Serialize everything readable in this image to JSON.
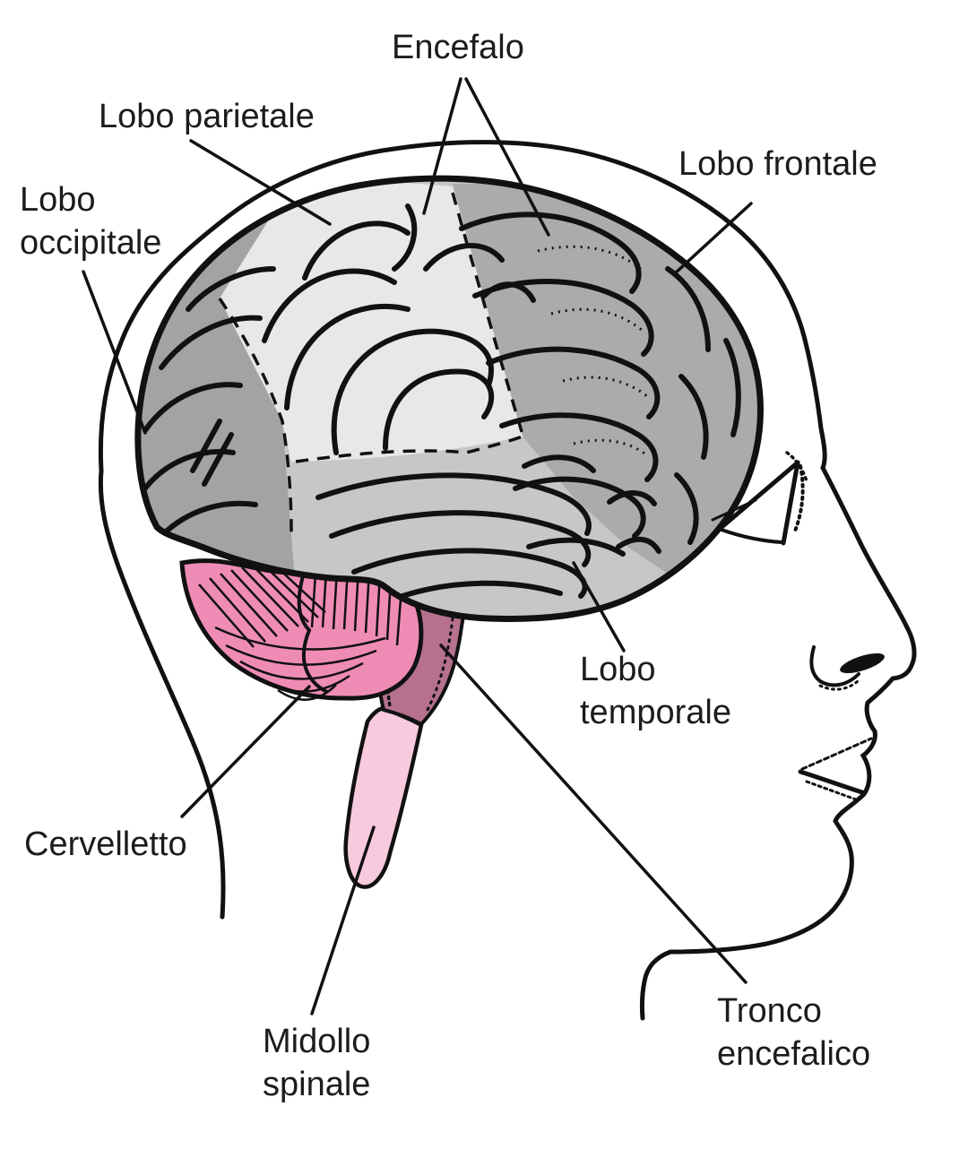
{
  "diagram": {
    "language": "it",
    "subject_labels_visible_only": true
  },
  "labels": {
    "encefalo": "Encefalo",
    "lobo_parietale": "Lobo parietale",
    "lobo_occipitale": "Lobo\noccipitale",
    "lobo_frontale": "Lobo frontale",
    "lobo_temporale": "Lobo\ntemporale",
    "cervelletto": "Cervelletto",
    "midollo_spinale": "Midollo\nspinale",
    "tronco_encefalico": "Tronco\nencefalico"
  },
  "colors": {
    "outline": "#111111",
    "lobo_parietale_fill": "#e8e8e8",
    "lobo_frontale_fill": "#ababab",
    "lobo_occipitale_fill": "#a3a3a3",
    "lobo_temporale_fill": "#c7c7c7",
    "cervelletto_fill": "#ef8cb5",
    "tronco_encefalico_fill": "#b5718e",
    "midollo_spinale_fill": "#f7cade",
    "label_text": "#1c1c1c",
    "background": "#ffffff"
  }
}
